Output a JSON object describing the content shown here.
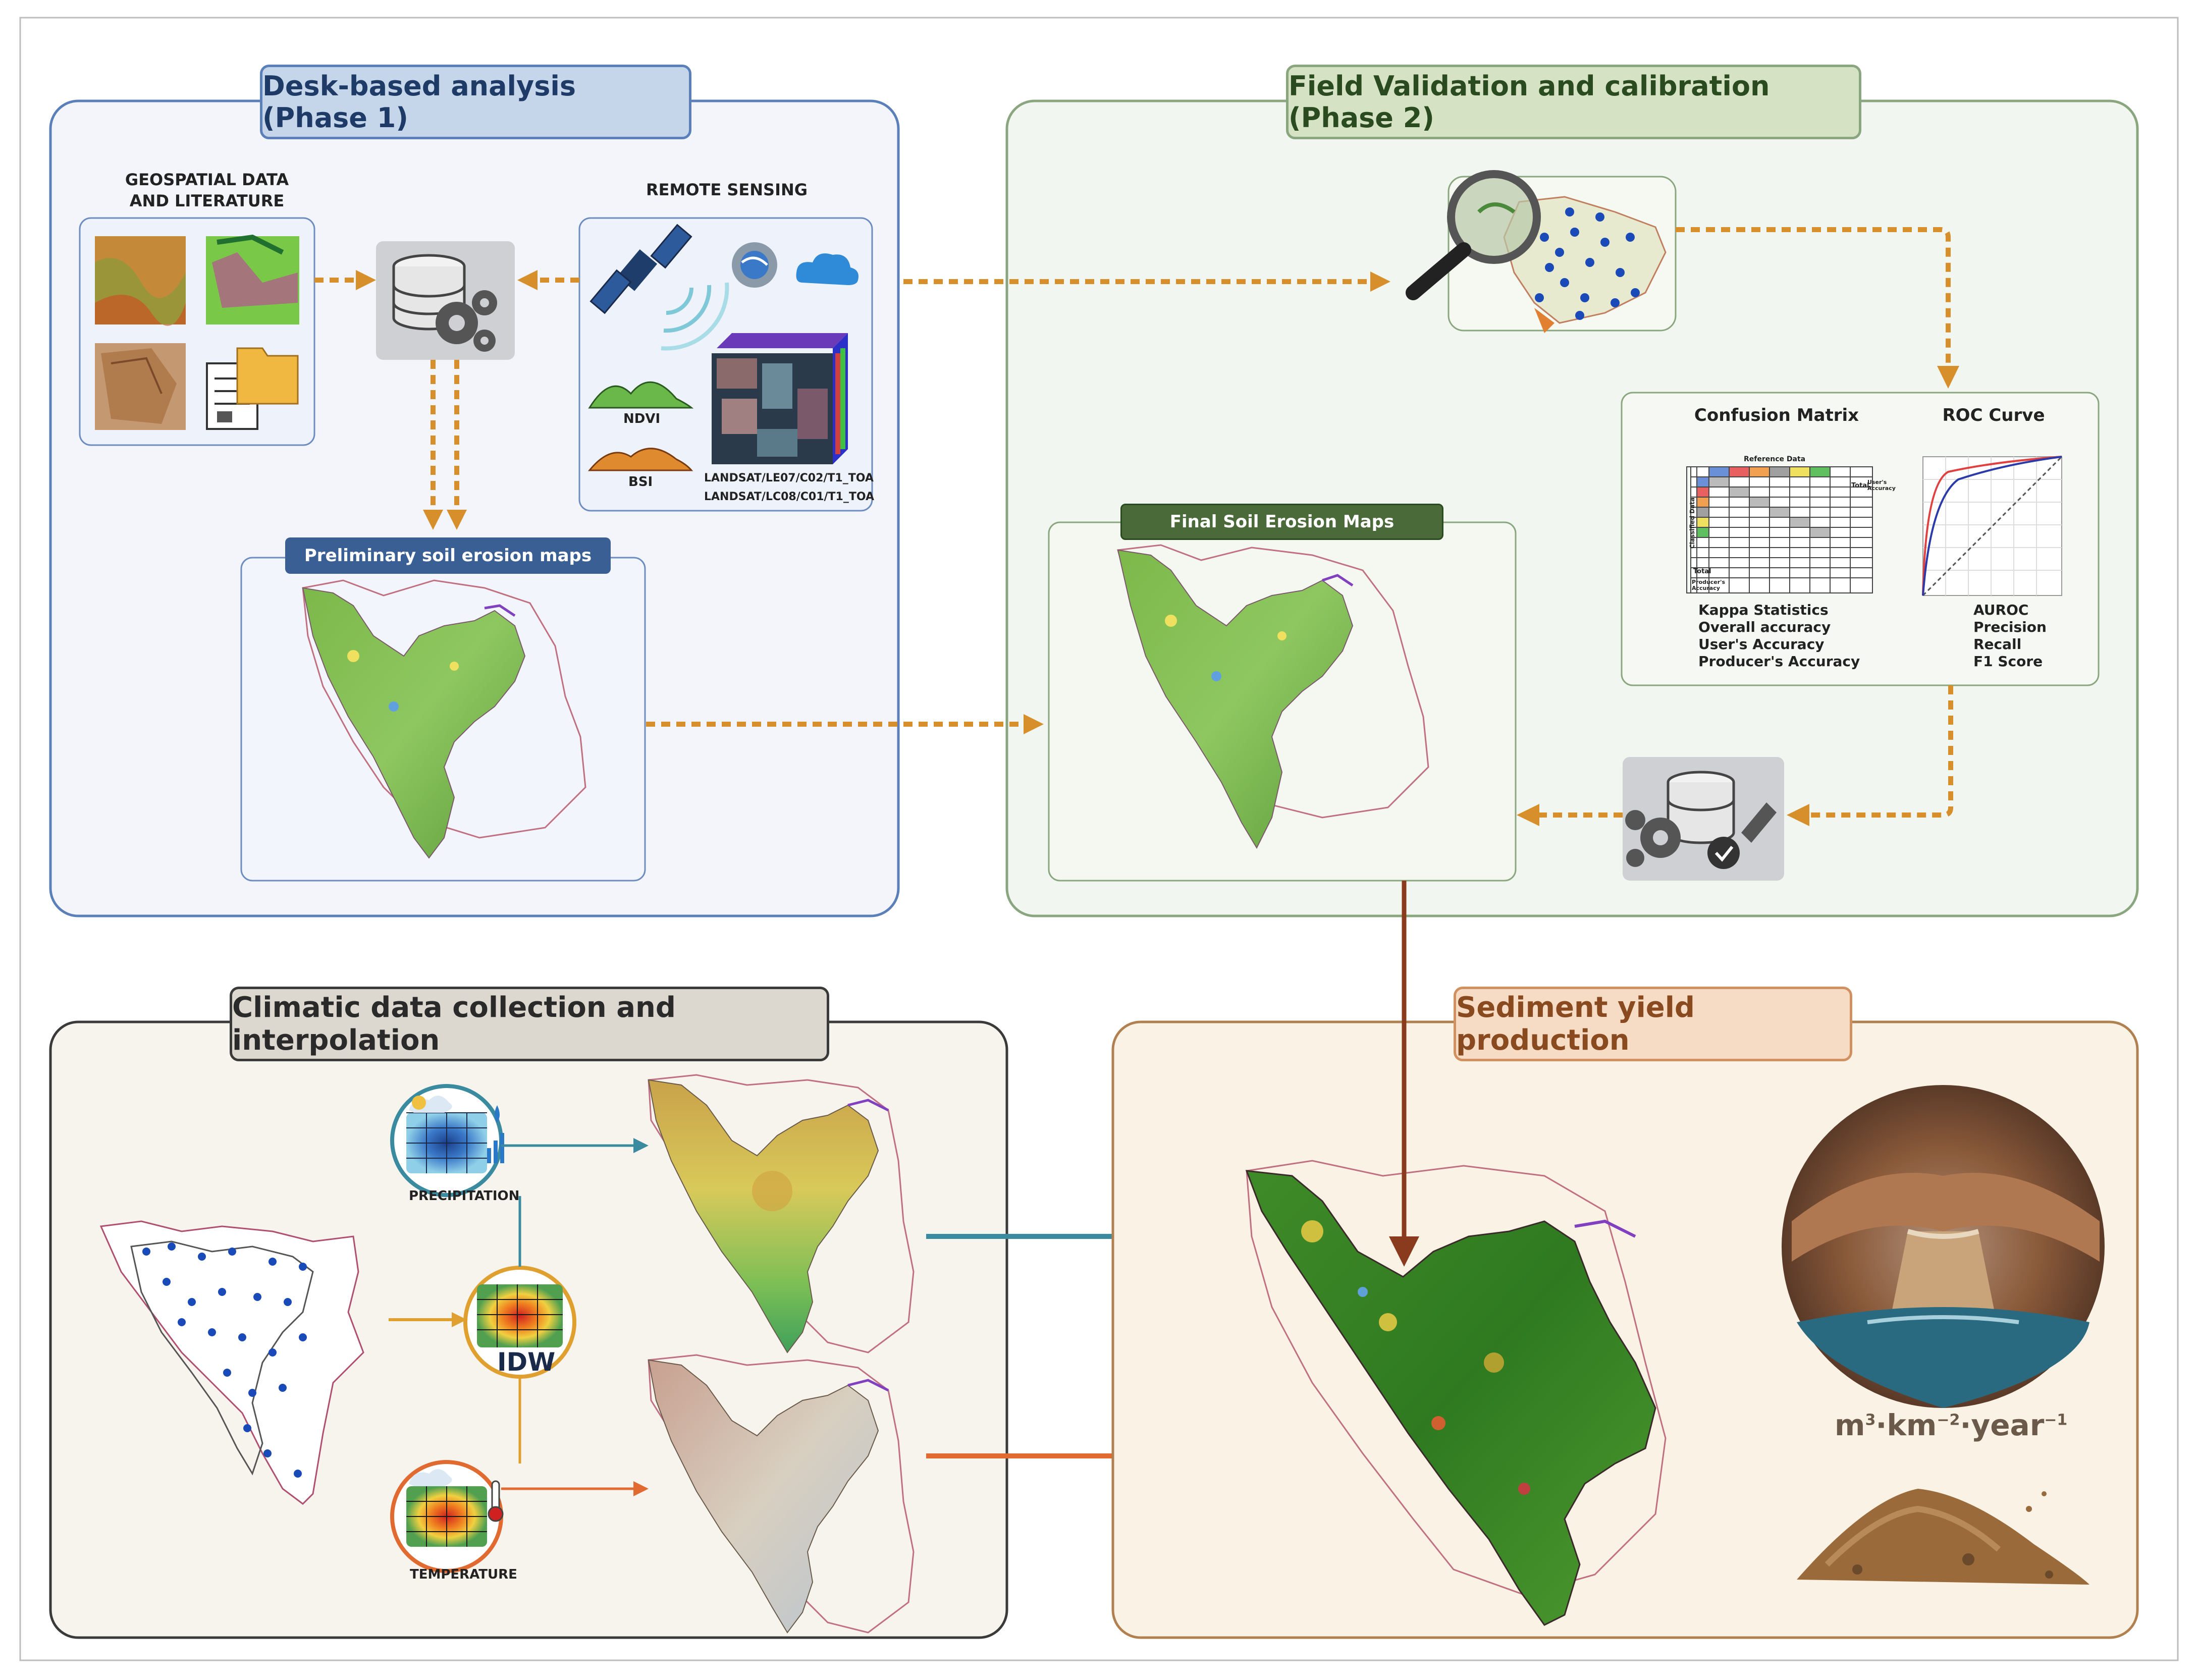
{
  "panels": {
    "phase1": {
      "title": "Desk-based analysis (Phase 1)"
    },
    "phase2": {
      "title": "Field Validation and calibration (Phase 2)"
    },
    "climate": {
      "title": "Climatic data collection and interpolation"
    },
    "sediment": {
      "title": "Sediment yield production"
    }
  },
  "phase1": {
    "geo_label_line1": "GEOSPATIAL DATA",
    "geo_label_line2": "AND LITERATURE",
    "rs_label": "REMOTE SENSING",
    "ndvi": "NDVI",
    "bsi": "BSI",
    "landsat1": "LANDSAT/LE07/C02/T1_TOA",
    "landsat2": "LANDSAT/LC08/C01/T1_TOA",
    "prelim_title": "Preliminary soil erosion maps"
  },
  "phase2": {
    "final_title": "Final Soil Erosion Maps",
    "cm_title": "Confusion Matrix",
    "roc_title": "ROC Curve",
    "cm_header": "Reference Data",
    "cm_total": "Total",
    "cm_users": "User's Accuracy",
    "cm_classified": "Classified Data",
    "cm_producer": "Producer's Accuracy",
    "cm_metrics": [
      "Kappa Statistics",
      "Overall accuracy",
      "User's Accuracy",
      "Producer's Accuracy"
    ],
    "roc_metrics": [
      "AUROC",
      "Precision",
      "Recall",
      "F1 Score"
    ]
  },
  "climate": {
    "precip": "PRECIPITATION",
    "idw": "IDW",
    "temp": "TEMPERATURE"
  },
  "sediment": {
    "unit_m": "m",
    "unit_sup1": "3",
    "unit_km": "·km",
    "unit_sup2": "−2",
    "unit_year": "·year",
    "unit_sup3": "−1"
  },
  "colors": {
    "phase1_border": "#5b7fb8",
    "phase1_title_bg": "#c5d5ea",
    "phase2_border": "#8aa67f",
    "phase2_title_bg": "#d5e3c4",
    "climate_border": "#3a3a3a",
    "climate_title_bg": "#ddd8cf",
    "sediment_border": "#b08050",
    "sediment_title_bg": "#f6dcc4",
    "dotted_arrow": "#d68f2b",
    "teal_arrow": "#3a8ba0",
    "orange_arrow": "#e06a30",
    "brown_arrow": "#8a3b1e"
  }
}
